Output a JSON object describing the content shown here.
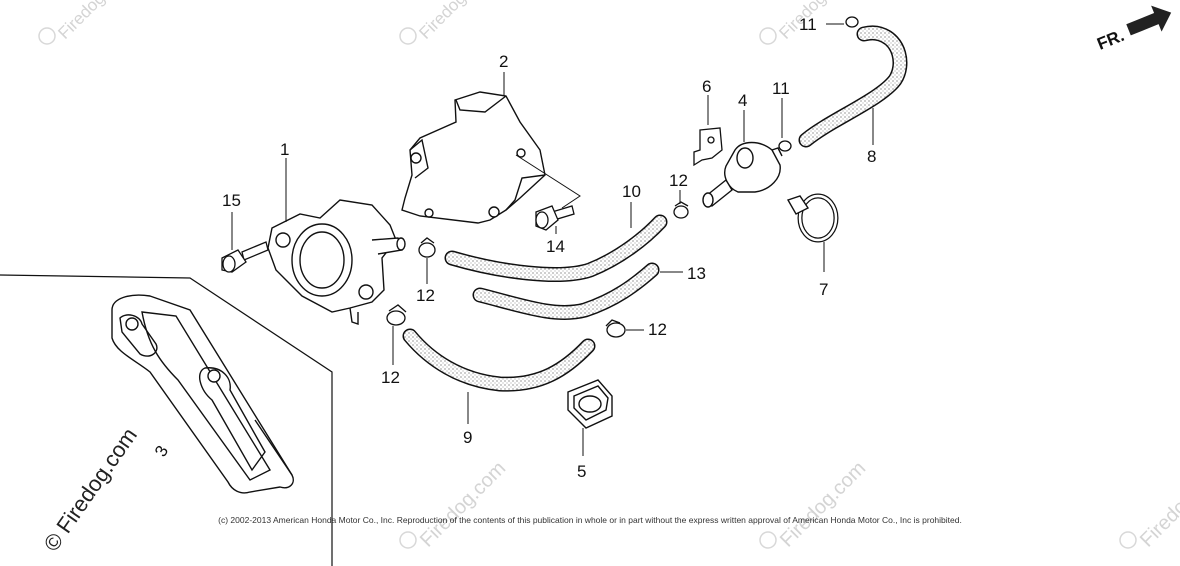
{
  "watermark": {
    "main": "© Firedog.com",
    "corner": "© Firedog.com",
    "text": "Firedog.com"
  },
  "direction_label": "FR.",
  "copyright": "(c) 2002-2013 American Honda Motor Co., Inc. Reproduction of the contents of this publication in whole or in part without the express written approval of American Honda Motor Co., Inc is prohibited.",
  "callouts": {
    "c1": "1",
    "c2": "2",
    "c3": "3",
    "c4": "4",
    "c5": "5",
    "c6": "6",
    "c7": "7",
    "c8": "8",
    "c9": "9",
    "c10": "10",
    "c11a": "11",
    "c11b": "11",
    "c12a": "12",
    "c12b": "12",
    "c12c": "12",
    "c12d": "12",
    "c13": "13",
    "c14": "14",
    "c15": "15"
  }
}
